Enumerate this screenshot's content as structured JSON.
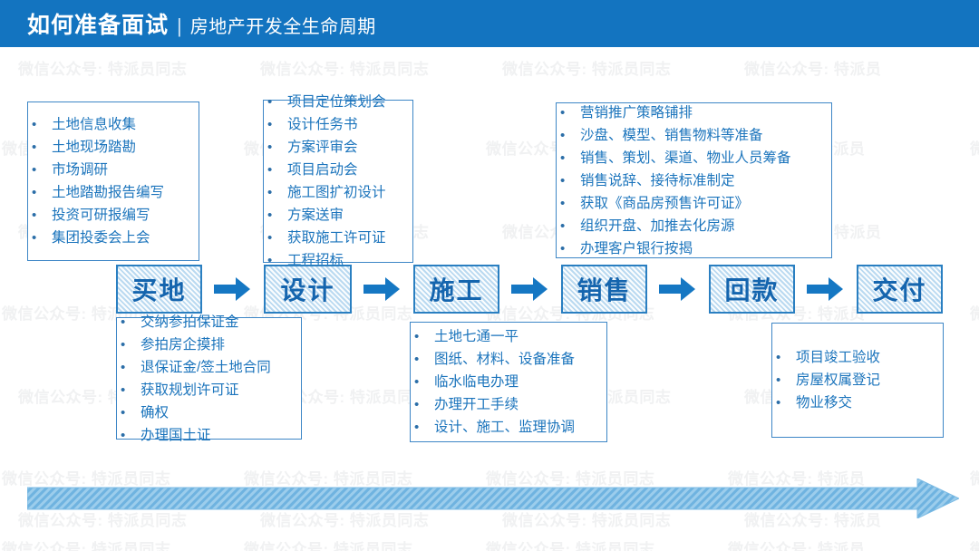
{
  "header": {
    "title": "如何准备面试",
    "separator": "|",
    "subtitle": "房地产开发全生命周期",
    "bg_color": "#1374C0",
    "text_color": "#FFFFFF"
  },
  "theme": {
    "accent_blue": "#1374C0",
    "box_border": "#3D86C6",
    "box_text": "#1B74BC",
    "stage_fill": "#E3F1FB",
    "stage_border": "#2A7FC1",
    "stage_text": "#1565AE",
    "arrow_blue": "#1577C3",
    "watermark_color": "#F0F1F2"
  },
  "watermark": {
    "text": "微信公众号: 特派员同志",
    "short_text": "微信公众号: 特派员"
  },
  "stages": [
    {
      "label": "买地"
    },
    {
      "label": "设计"
    },
    {
      "label": "施工"
    },
    {
      "label": "销售"
    },
    {
      "label": "回款"
    },
    {
      "label": "交付"
    }
  ],
  "connectors": [
    {
      "name": "arrow-buy-to-design"
    },
    {
      "name": "arrow-design-to-construction"
    },
    {
      "name": "arrow-construction-to-sales"
    },
    {
      "name": "arrow-sales-to-collection"
    },
    {
      "name": "arrow-collection-to-delivery"
    }
  ],
  "detail_boxes": [
    {
      "id": "land-acquisition-top",
      "stage": "买地",
      "position": "above",
      "items": [
        "土地信息收集",
        "土地现场踏勘",
        "市场调研",
        "土地踏勘报告编写",
        "投资可研报编写",
        "集团投委会上会"
      ]
    },
    {
      "id": "design-top",
      "stage": "设计",
      "position": "above",
      "items": [
        "项目定位策划会",
        "设计任务书",
        "方案评审会",
        "项目启动会",
        "施工图扩初设计",
        "方案送审",
        "获取施工许可证",
        "工程招标"
      ]
    },
    {
      "id": "sales-top",
      "stage": "销售",
      "position": "above",
      "items": [
        "营销推广策略铺排",
        "沙盘、模型、销售物料等准备",
        "销售、策划、渠道、物业人员筹备",
        "销售说辞、接待标准制定",
        "获取《商品房预售许可证》",
        "组织开盘、加推去化房源",
        "办理客户银行按揭"
      ]
    },
    {
      "id": "land-acquisition-bottom",
      "stage": "买地",
      "position": "below",
      "items": [
        "交纳参拍保证金",
        "参拍房企摸排",
        "退保证金/签土地合同",
        "获取规划许可证",
        "确权",
        "办理国土证"
      ]
    },
    {
      "id": "construction-bottom",
      "stage": "施工",
      "position": "below",
      "items": [
        "土地七通一平",
        "图纸、材料、设备准备",
        "临水临电办理",
        "办理开工手续",
        "设计、施工、监理协调"
      ]
    },
    {
      "id": "delivery-bottom",
      "stage": "交付",
      "position": "below",
      "items": [
        "项目竣工验收",
        "房屋权属登记",
        "物业移交"
      ]
    }
  ],
  "bullet_glyph": "•",
  "timeline": {
    "name": "process-timeline-arrow",
    "direction": "left-to-right"
  }
}
